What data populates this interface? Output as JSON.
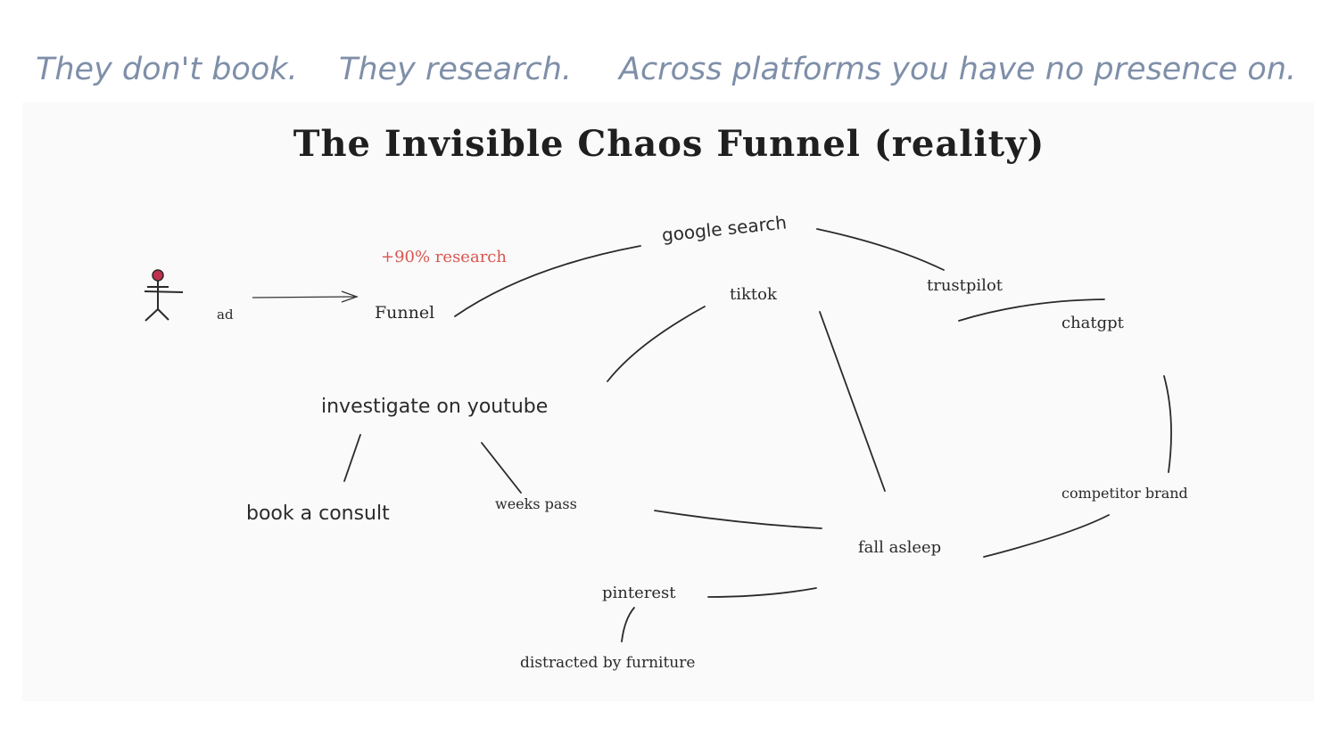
{
  "headline": {
    "part1": "They don't book.",
    "part2": "They research.",
    "part3": "Across platforms you have no presence on."
  },
  "diagram": {
    "title": "The Invisible Chaos Funnel (reality)",
    "nodes": {
      "ad": "ad",
      "research": "+90% research",
      "funnel": "Funnel",
      "google_search": "google search",
      "tiktok": "tiktok",
      "trustpilot": "trustpilot",
      "chatgpt": "chatgpt",
      "investigate_youtube": "investigate on youtube",
      "book_consult": "book a consult",
      "weeks_pass": "weeks pass",
      "competitor_brand": "competitor brand",
      "fall_asleep": "fall asleep",
      "pinterest": "pinterest",
      "distracted": "distracted by furniture"
    }
  },
  "colors": {
    "headline": "#7f8fa9",
    "accent_red": "#d9554f",
    "figure_head": "#c0304a",
    "ink": "#2a2a2a"
  }
}
